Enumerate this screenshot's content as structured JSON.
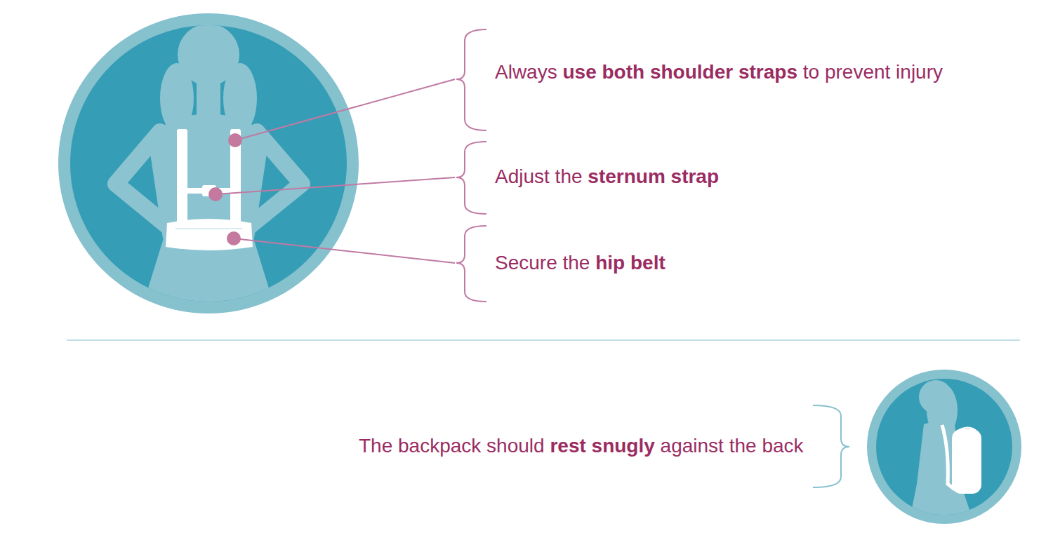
{
  "diagram": {
    "labels": [
      "Always use both shoulder straps to prevent injury",
      "Adjust the sternum strap",
      "Secure the hip belt",
      "The backpack should rest snugly against the back"
    ]
  }
}
